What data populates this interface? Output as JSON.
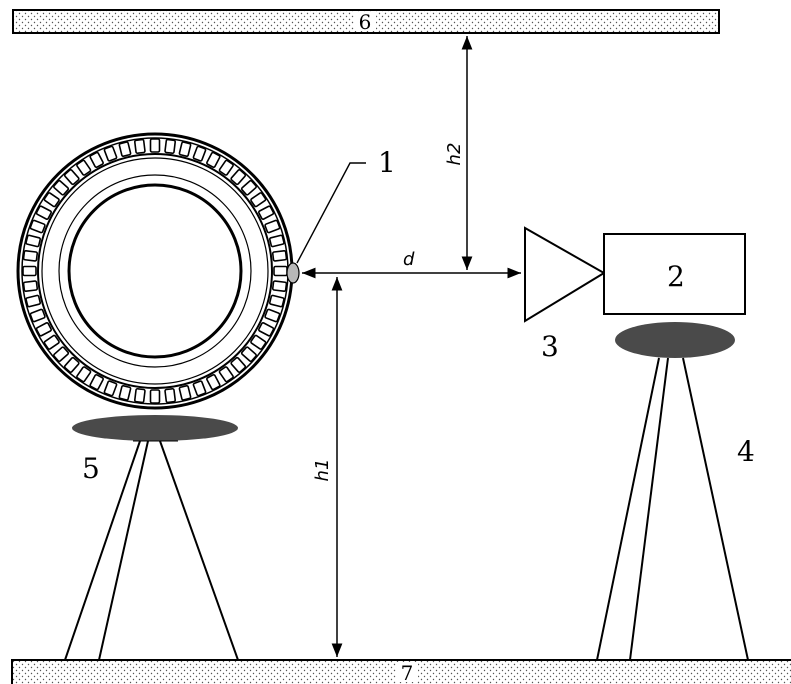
{
  "labels": {
    "marker": "1",
    "camera": "2",
    "horn": "3",
    "right_stand": "4",
    "left_stand": "5",
    "ceiling": "6",
    "floor": "7"
  },
  "dimensions": {
    "distance": "d",
    "height_below": "h1",
    "height_above": "h2"
  },
  "colors": {
    "stroke": "#000000",
    "stand_plate": "#4a4a4a",
    "marker_fill": "#b8b8b8",
    "hatch_dot": "#555555"
  }
}
